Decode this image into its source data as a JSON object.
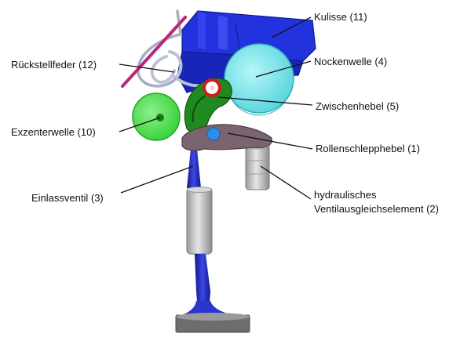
{
  "diagram": {
    "labels": {
      "kulisse": "Kulisse (11)",
      "rueckstellfeder": "Rückstellfeder (12)",
      "nockenwelle": "Nockenwelle (4)",
      "zwischenhebel": "Zwischenhebel (5)",
      "exzenterwelle": "Exzenterwelle (10)",
      "rollenschlepphebel": "Rollenschlepphebel (1)",
      "einlassventil": "Einlassventil (3)",
      "hva_line1": "hydraulisches",
      "hva_line2": "Ventilausgleichselement (2)"
    },
    "colors": {
      "kulisse": "#2233dd",
      "nockenwelle": "#5fe0e6",
      "exzenterwelle": "#3ddd3d",
      "zwischenhebel": "#1f8a1f",
      "rollenschlepphebel": "#7a6470",
      "einlassventil": "#2a35cc",
      "feder": "#b9c3d4",
      "stange": "#b8287a",
      "hva": "#c8c8c8"
    }
  }
}
